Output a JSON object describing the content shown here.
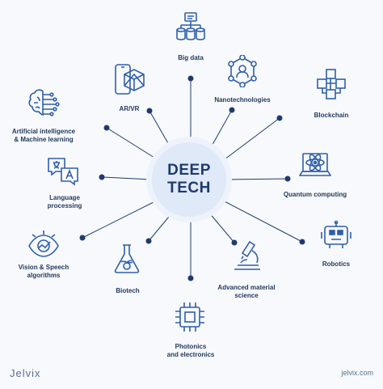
{
  "hub": {
    "line1": "DEEP",
    "line2": "TECH"
  },
  "nodes": [
    {
      "id": "big-data",
      "label": "Big data",
      "icon": "database-icon"
    },
    {
      "id": "nanotech",
      "label": "Nanotechnologies",
      "icon": "molecule-icon"
    },
    {
      "id": "blockchain",
      "label": "Blockchain",
      "icon": "blocks-icon"
    },
    {
      "id": "quantum",
      "label": "Quantum computing",
      "icon": "atom-laptop-icon"
    },
    {
      "id": "robotics",
      "label": "Robotics",
      "icon": "robot-icon"
    },
    {
      "id": "material",
      "label1": "Advanced material",
      "label2": "science",
      "icon": "microscope-icon"
    },
    {
      "id": "photonics",
      "label1": "Photonics",
      "label2": "and electronics",
      "icon": "chip-icon"
    },
    {
      "id": "biotech",
      "label": "Biotech",
      "icon": "flask-icon"
    },
    {
      "id": "vision",
      "label1": "Vision & Speech",
      "label2": "algorithms",
      "icon": "eye-chart-icon"
    },
    {
      "id": "language",
      "label1": "Language",
      "label2": "processing",
      "icon": "translate-icon"
    },
    {
      "id": "ai",
      "label1": "Artificial intelligence",
      "label2": "& Machine learning",
      "icon": "brain-chip-icon"
    },
    {
      "id": "arvr",
      "label": "AR/VR",
      "icon": "ar-cube-icon"
    }
  ],
  "footer": {
    "brand": "Jelvix",
    "site": "jelvix.com"
  },
  "colors": {
    "line": "#1f3a6e",
    "icon": "#2f5fa8",
    "hub": "#dfe9f7"
  }
}
